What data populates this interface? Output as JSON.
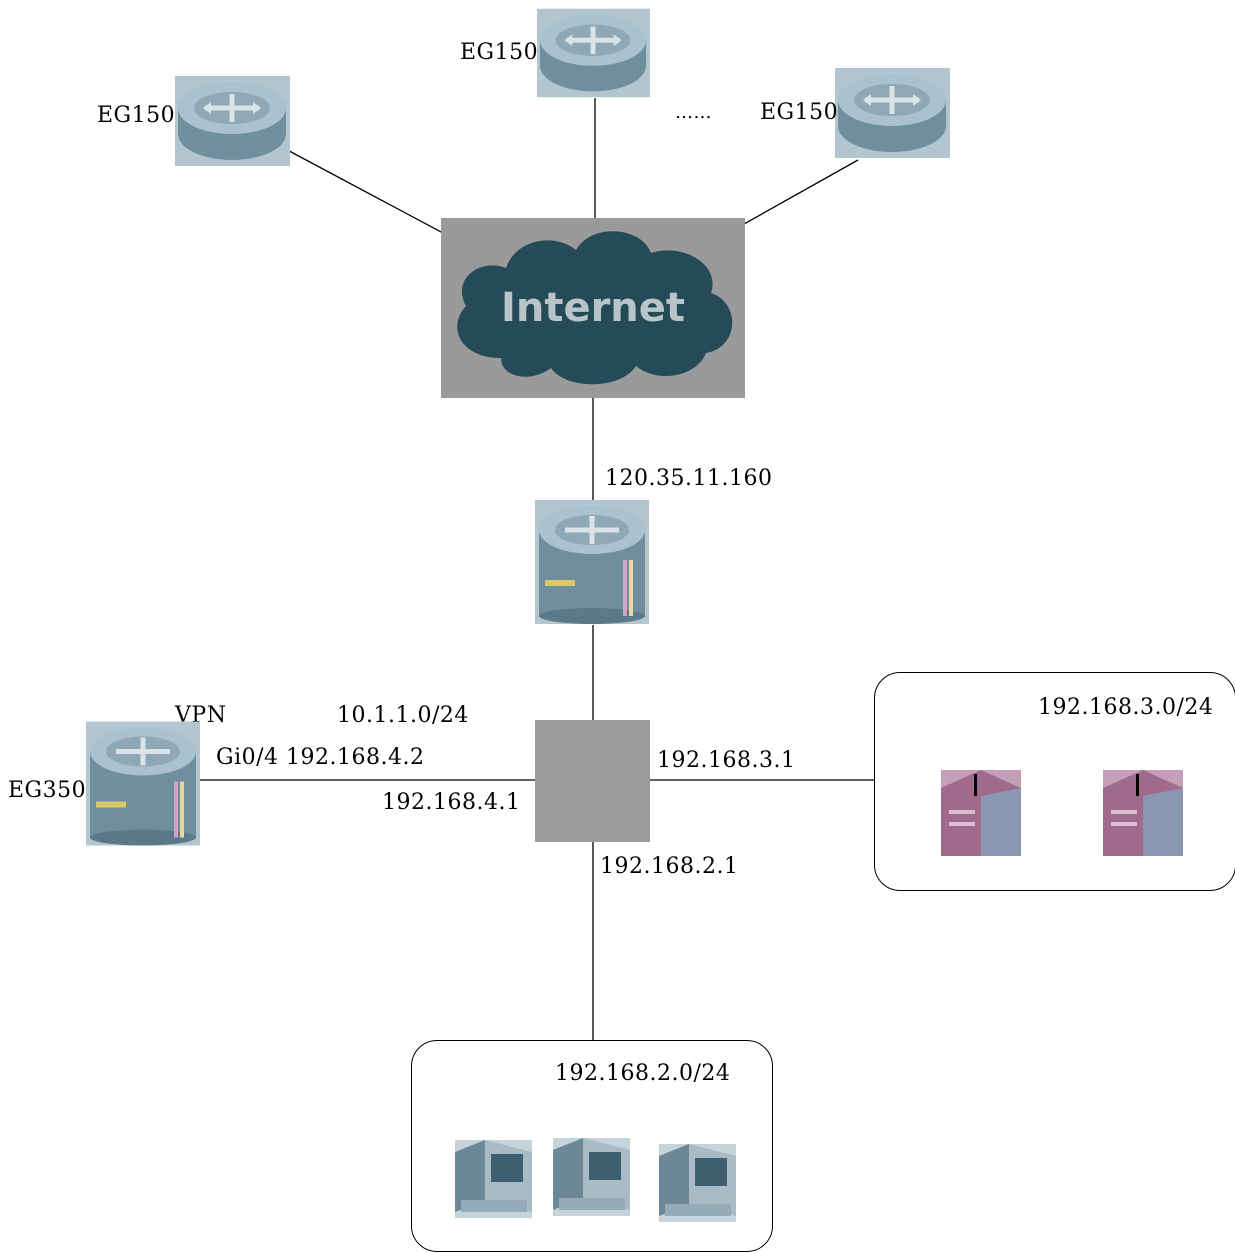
{
  "diagram": {
    "cloud": {
      "label": "Internet"
    },
    "branches": [
      {
        "id": "branch-1",
        "label": "EG150"
      },
      {
        "id": "branch-2",
        "label": "EG150"
      },
      {
        "id": "branch-3",
        "label": "EG150"
      }
    ],
    "ellipsis": "……",
    "core_router": {
      "wan_ip": "120.35.11.160"
    },
    "vpn_router": {
      "label": "EG350",
      "vpn_label": "VPN",
      "vpn_pool": "10.1.1.0/24",
      "interface": "Gi0/4 192.168.4.2"
    },
    "switch": {
      "link_vpn_ip": "192.168.4.1",
      "link_subnet3_ip": "192.168.3.1",
      "link_subnet2_ip": "192.168.2.1"
    },
    "subnets": [
      {
        "id": "subnet-3",
        "cidr": "192.168.3.0/24",
        "host_count": 2
      },
      {
        "id": "subnet-2",
        "cidr": "192.168.2.0/24",
        "host_count": 3
      }
    ],
    "colors": {
      "cloud": "#254b58",
      "cloud_bg": "#9a9a9a",
      "switch": "#9b9b9b",
      "router_body": "#6f8f9f",
      "router_top": "#a9c2cd",
      "server": "#a06a8d",
      "workstation": "#3e5f70"
    }
  }
}
